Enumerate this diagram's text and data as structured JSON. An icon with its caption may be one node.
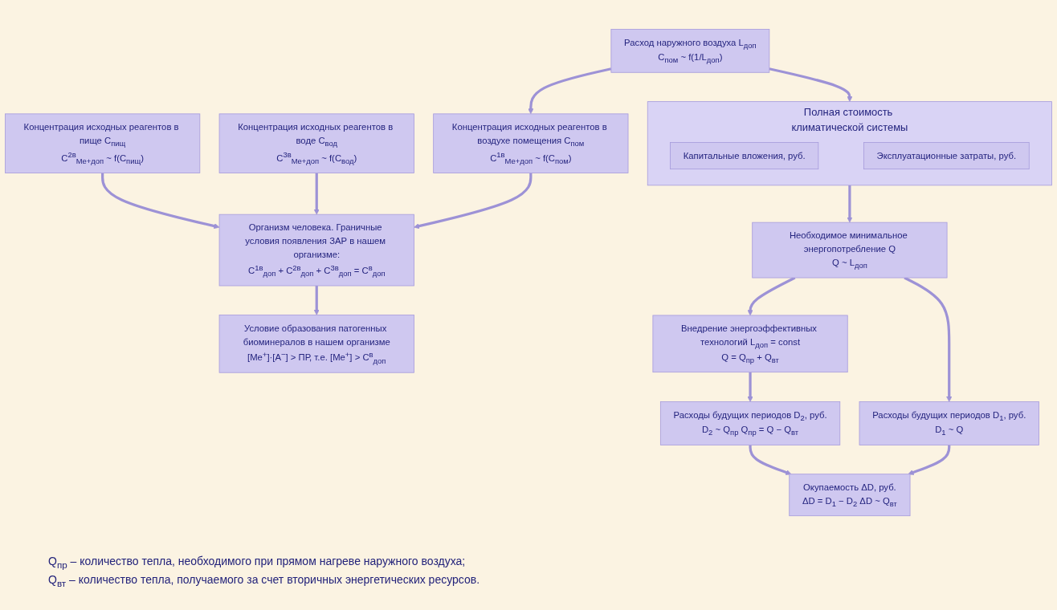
{
  "diagram": {
    "nodes": [
      {
        "text": [
          "Концентрация исходных реагентов в пище C$_{пищ}$",
          "C$^{2в}$$_{Me+доп}$ ~ f(C$_{пищ}$)"
        ]
      },
      {
        "text": [
          "Концентрация исходных реагентов в воде C$_{вод}$",
          "C$^{3в}$$_{Me+доп}$ ~ f(C$_{вод}$)"
        ]
      },
      {
        "text": [
          "Концентрация исходных реагентов в воздухе помещения C$_{пом}$",
          "C$^{1в}$$_{Me+доп}$ ~ f(C$_{пом}$)"
        ]
      },
      {
        "text": [
          "Расход наружного воздуха L$_{доп}$",
          "C$_{пом}$ ~ f(1/L$_{доп}$)"
        ]
      },
      {
        "text": [
          "Организм человека. Граничные условия появления ЗАР в нашем организме:",
          "C$^{1в}$$_{доп}$ + C$^{2в}$$_{доп}$ + C$^{3в}$$_{доп}$ = C$^{в}$$_{доп}$"
        ]
      },
      {
        "text": [
          "Полная стоимость климатической системы"
        ]
      },
      {
        "text": [
          "Капитальные вложения, руб."
        ],
        "in": 5
      },
      {
        "text": [
          "Эксплуатационные затраты, руб."
        ],
        "in": 5
      },
      {
        "text": [
          "Условие образования патогенных биоминералов в нашем организме",
          "[Me$^{+}$]·[A$^{−}$] > ПР, т.е. [Me$^{+}$] > C$^{в}$$_{доп}$"
        ]
      },
      {
        "text": [
          "Внедрение энергоэффективных технологий L$_{доп}$ = const",
          "Q = Q$_{пр}$ + Q$_{вт}$"
        ]
      },
      {
        "text": [
          "Необходимое минимальное энергопотребление Q",
          "Q ~ L$_{доп}$"
        ]
      },
      {
        "text": [
          "Расходы будущих периодов D$_{2}$, руб.",
          "D$_{2}$ ~ Q$_{пр}$ Q$_{пр}$ = Q − Q$_{вт}$"
        ]
      },
      {
        "text": [
          "Окупаемость ΔD, руб.",
          "ΔD = D$_{1}$ − D$_{2}$ ΔD ~ Q$_{вт}$"
        ]
      },
      {
        "text": [
          "Расходы будущих периодов D$_{1}$, руб.",
          "D$_{1}$ ~ Q"
        ]
      }
    ],
    "edges": [
      {
        "from": 3,
        "to": 2,
        "arrow": "to"
      },
      {
        "from": 0,
        "to": 4,
        "arrow": "to"
      },
      {
        "from": 1,
        "to": 4,
        "arrow": "to"
      },
      {
        "from": 2,
        "to": 4,
        "arrow": "to"
      },
      {
        "from": 3,
        "to": 5,
        "arrow": "to"
      },
      {
        "from": 4,
        "to": 8,
        "arrow": "to"
      },
      {
        "from": 5,
        "to": 10,
        "arrow": "to"
      },
      {
        "from": 10,
        "to": 9,
        "arrow": "to"
      },
      {
        "from": 9,
        "to": 11,
        "arrow": "to"
      },
      {
        "from": 10,
        "to": 13,
        "arrow": "to"
      },
      {
        "from": 11,
        "to": 12,
        "arrow": "to"
      },
      {
        "from": 13,
        "to": 12,
        "arrow": "to"
      }
    ],
    "labels": [
      "Q$_{пр}$ – количество тепла, необходимого при прямом нагреве наружного воздуха;",
      "Q$_{вт}$ – количество тепла, получаемого за счет вторичных энергетических ресурсов."
    ]
  }
}
